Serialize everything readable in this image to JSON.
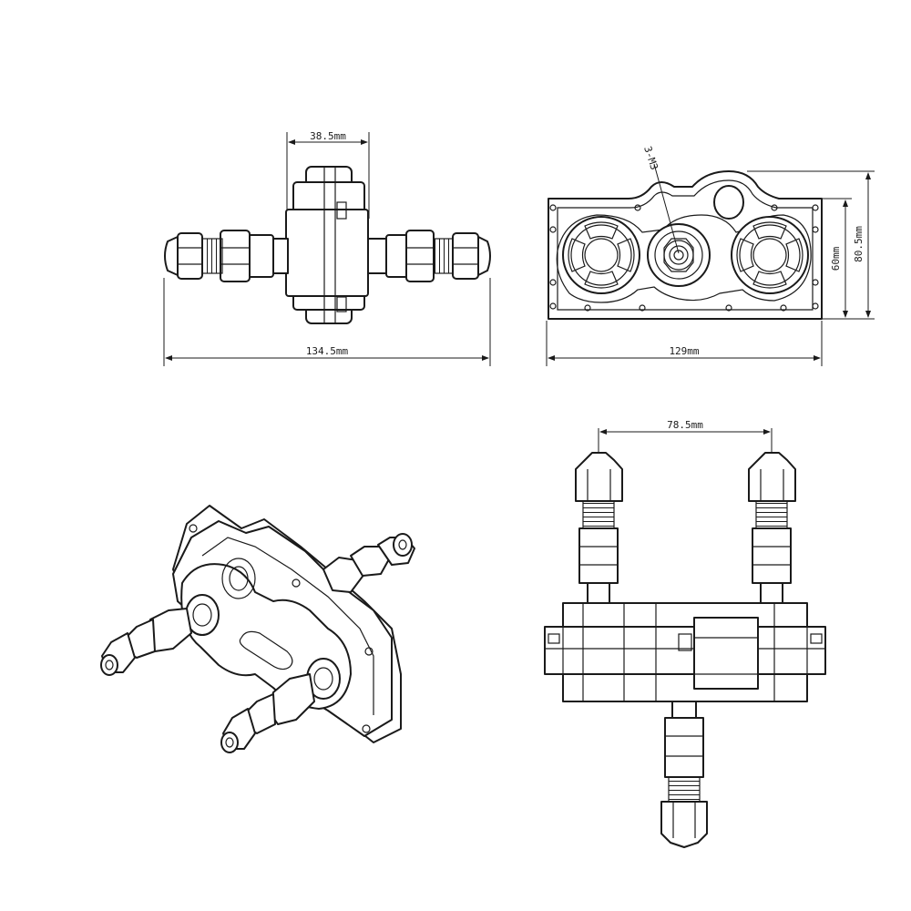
{
  "views": {
    "front": {
      "width_label": "38.5mm",
      "length_label": "134.5mm"
    },
    "side": {
      "screw_label": "3-M3",
      "inner_height_label": "60mm",
      "outer_height_label": "80.5mm",
      "width_label": "129mm"
    },
    "top": {
      "spacing_label": "78.5mm"
    },
    "isometric": {}
  },
  "colors": {
    "line": "#1a1a1a",
    "background": "#ffffff"
  }
}
